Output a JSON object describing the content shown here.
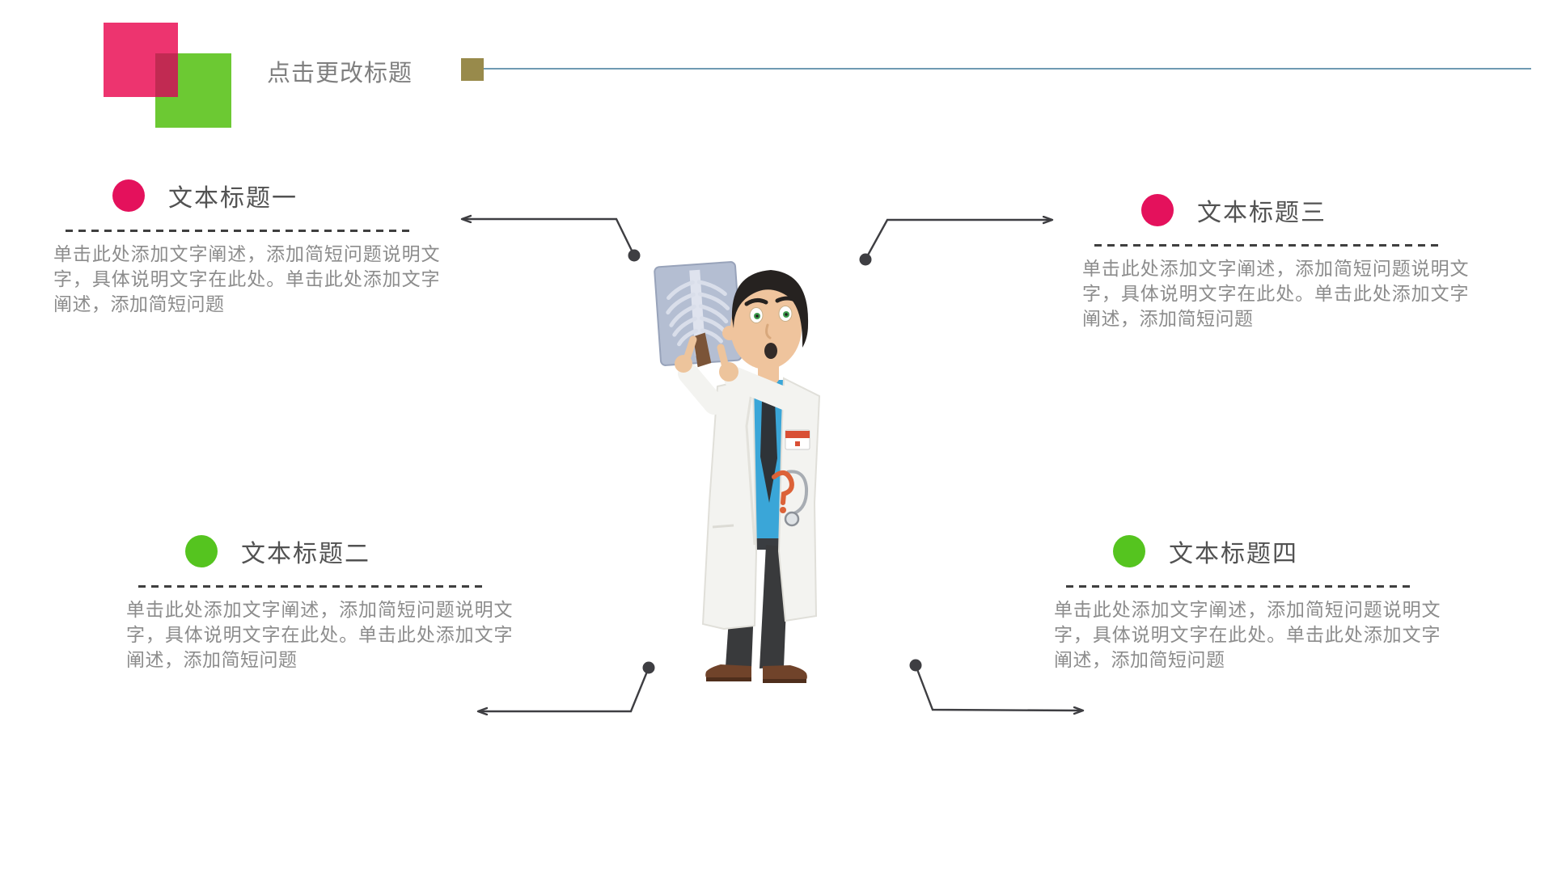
{
  "slide": {
    "header": {
      "title": "点击更改标题",
      "decor": {
        "pink_square": "#ed346f",
        "green_square": "#6cc933",
        "overlap_square": "#c12a52",
        "bullet_square": "#988a4b",
        "rule_line": "#6f9ab2"
      }
    },
    "blocks": [
      {
        "title": "文本标题一",
        "bullet_color": "#e4115c",
        "body": "单击此处添加文字阐述，添加简短问题说明文字，具体说明文字在此处。单击此处添加文字阐述，添加简短问题"
      },
      {
        "title": "文本标题二",
        "bullet_color": "#55c41f",
        "body": "单击此处添加文字阐述，添加简短问题说明文字，具体说明文字在此处。单击此处添加文字阐述，添加简短问题"
      },
      {
        "title": "文本标题三",
        "bullet_color": "#e4115c",
        "body": "单击此处添加文字阐述，添加简短问题说明文字，具体说明文字在此处。单击此处添加文字阐述，添加简短问题"
      },
      {
        "title": "文本标题四",
        "bullet_color": "#55c41f",
        "body": "单击此处添加文字阐述，添加简短问题说明文字，具体说明文字在此处。单击此处添加文字阐述，添加简短问题"
      }
    ],
    "illustration": {
      "name": "cartoon-doctor-examining-chest-xray"
    },
    "text_colors": {
      "slide_title": "#7f7f7f",
      "block_title": "#525252",
      "block_body": "#8c8c8c"
    },
    "connector_color": "#3e3e42"
  }
}
